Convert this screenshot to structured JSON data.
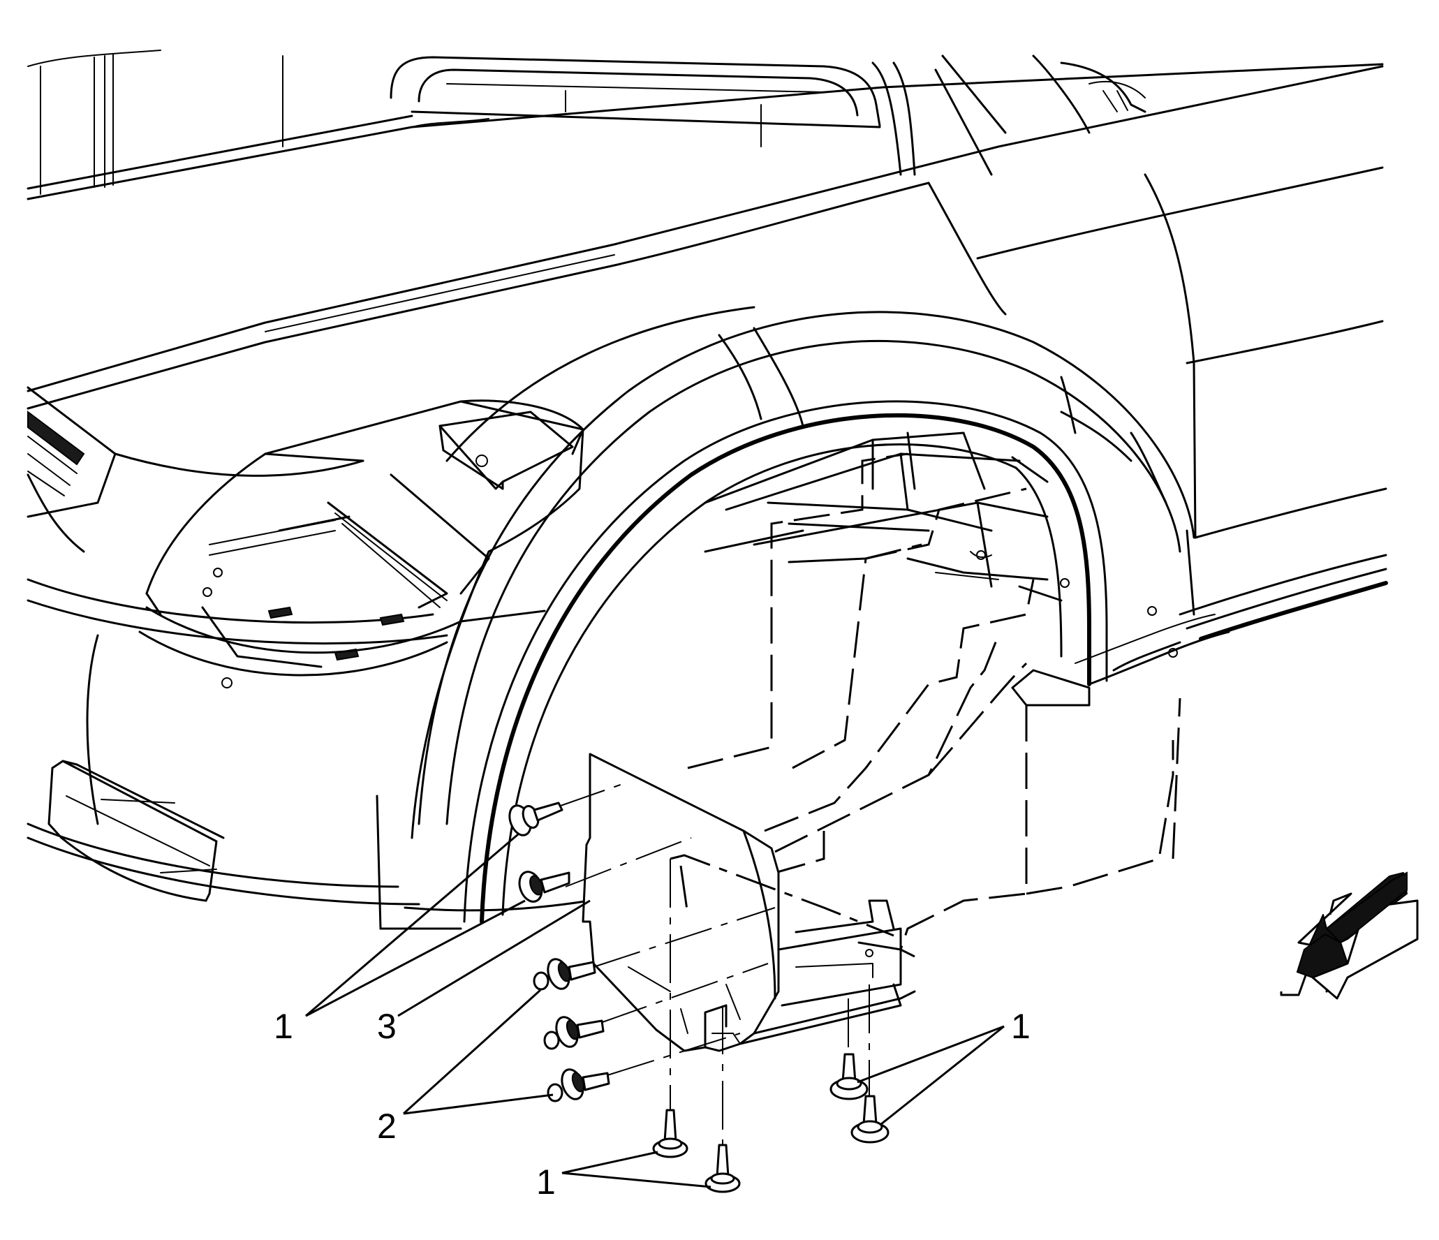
{
  "callouts": {
    "c1_left": "1",
    "c3": "3",
    "c2": "2",
    "c1_right": "1",
    "c1_bottom": "1"
  },
  "icons": {
    "view_arrow": "forward-direction-arrow-icon"
  }
}
